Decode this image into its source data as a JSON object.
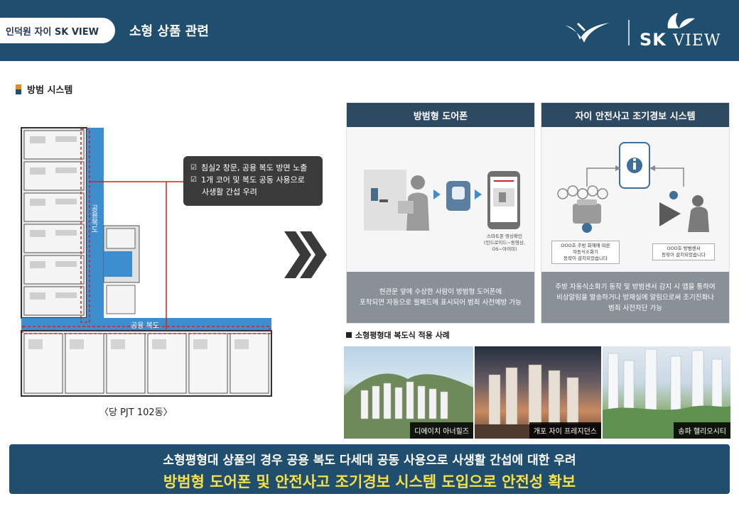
{
  "header": {
    "project": "인덕원 자이 SK VIEW",
    "title": "소형 상품 관련",
    "logo_brand": "SK",
    "logo_view": "VIEW"
  },
  "section": {
    "title": "방범 시스템"
  },
  "plan": {
    "caption": "〈당 PJT 102동〉",
    "corridor_vertical": "공용복도",
    "corridor_horizontal": "공용 복도",
    "callout": [
      "침실2 창문, 공용 복도 방면 노출",
      "1개 코어 및 복도 공동 사용으로",
      "사생활 간섭 우려"
    ]
  },
  "panel1": {
    "title": "방범형 도어폰",
    "screen_note": "스마트폰 영상확인\n(인드로이드~동영상,\nOS~아이미)",
    "desc1": "현관문 앞에 수상한 사람이 방범형 도어폰에",
    "desc2": "포착되면 자동으로 월패드에 표시되어 범죄 사전예방 가능"
  },
  "panel2": {
    "title": "자이 안전사고 조기경보 시스템",
    "note_left": "OOO호 주방 화재에 따른\n자동식소화기\n동작이 감지되었습니다",
    "note_right": "OOO호 방범센서\n동작이 감지되었습니다",
    "desc1": "주방 자동식소화기 동작 및 방범센서 감지 시 앱을 통하여",
    "desc2": "비상알림을 발송하거나 방재실에 알림으로써 조기진화나",
    "desc3": "범죄 사전차단 가능"
  },
  "cases": {
    "title": "소형평형대 복도식 적용 사례",
    "items": [
      "디에이치 아너힐즈",
      "개포 자이 프레지던스",
      "송파 헬리오시티"
    ]
  },
  "banner": {
    "line1": "소형평형대 상품의 경우 공용 복도 다세대 공동 사용으로 사생활 간섭에 대한 우려",
    "line2": "방범형 도어폰 및 안전사고 조기경보 시스템 도입으로 안전성 확보"
  },
  "colors": {
    "header": "#1f4e6e",
    "accent_orange": "#e68a1f",
    "corridor_blue": "#3d8ecf",
    "highlight_yellow": "#f6e04a"
  }
}
